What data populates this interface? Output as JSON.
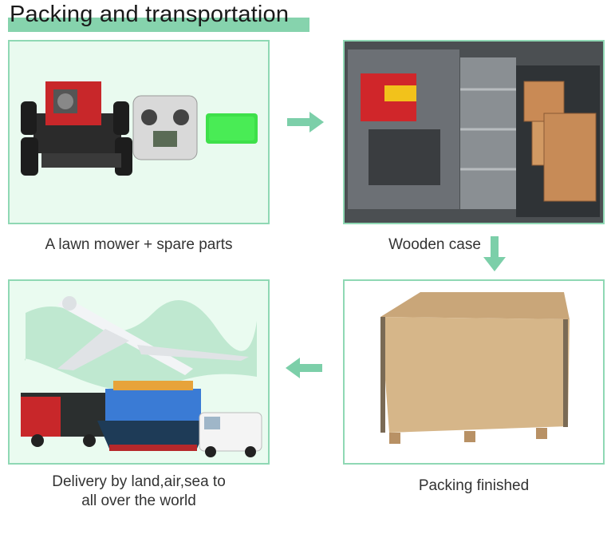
{
  "header": {
    "title": "Packing and transportation"
  },
  "steps": [
    {
      "caption": "A lawn mower + spare parts"
    },
    {
      "caption": "Wooden case"
    },
    {
      "caption": "Packing finished"
    },
    {
      "caption_line1": "Delivery by land,air,sea to",
      "caption_line2": "all over the world"
    }
  ],
  "colors": {
    "accent": "#86d3ad",
    "panel_border": "#8fd8b4",
    "arrow": "#7ccfa9"
  }
}
